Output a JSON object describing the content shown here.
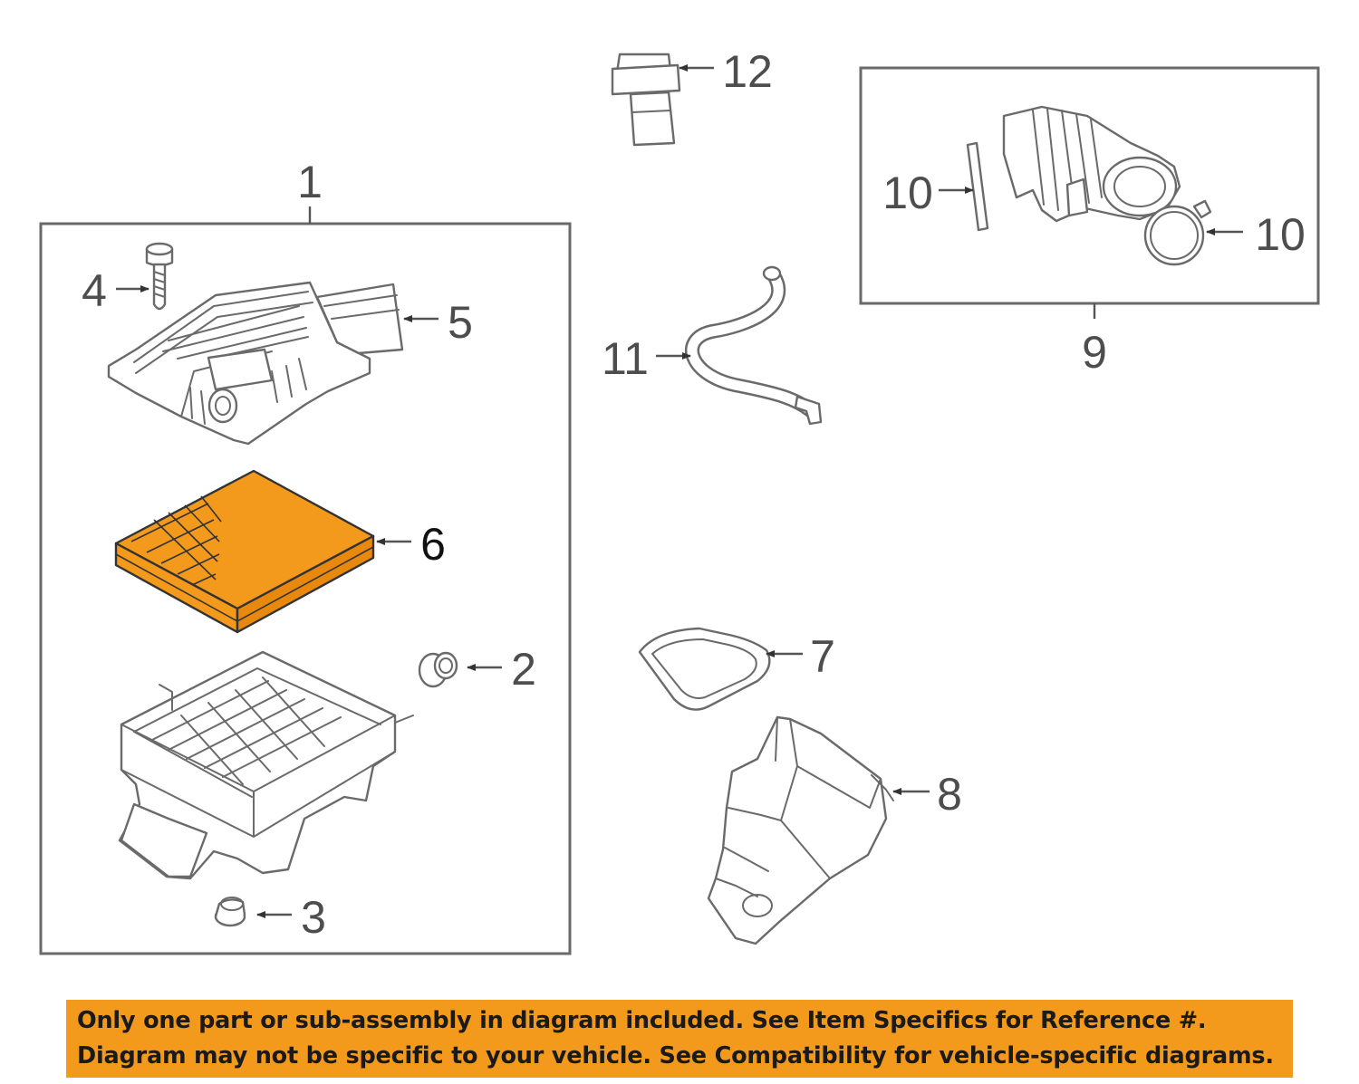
{
  "callouts": {
    "c1": "1",
    "c2": "2",
    "c3": "3",
    "c4": "4",
    "c5": "5",
    "c6": "6",
    "c7": "7",
    "c8": "8",
    "c9": "9",
    "c10a": "10",
    "c10b": "10",
    "c11": "11",
    "c12": "12"
  },
  "highlight_color": "#f39a1c",
  "banner": {
    "line1": "Only one part or sub-assembly in diagram included. See Item Specifics for Reference #.",
    "line2": "Diagram may not be specific to your vehicle. See Compatibility for vehicle-specific diagrams."
  }
}
